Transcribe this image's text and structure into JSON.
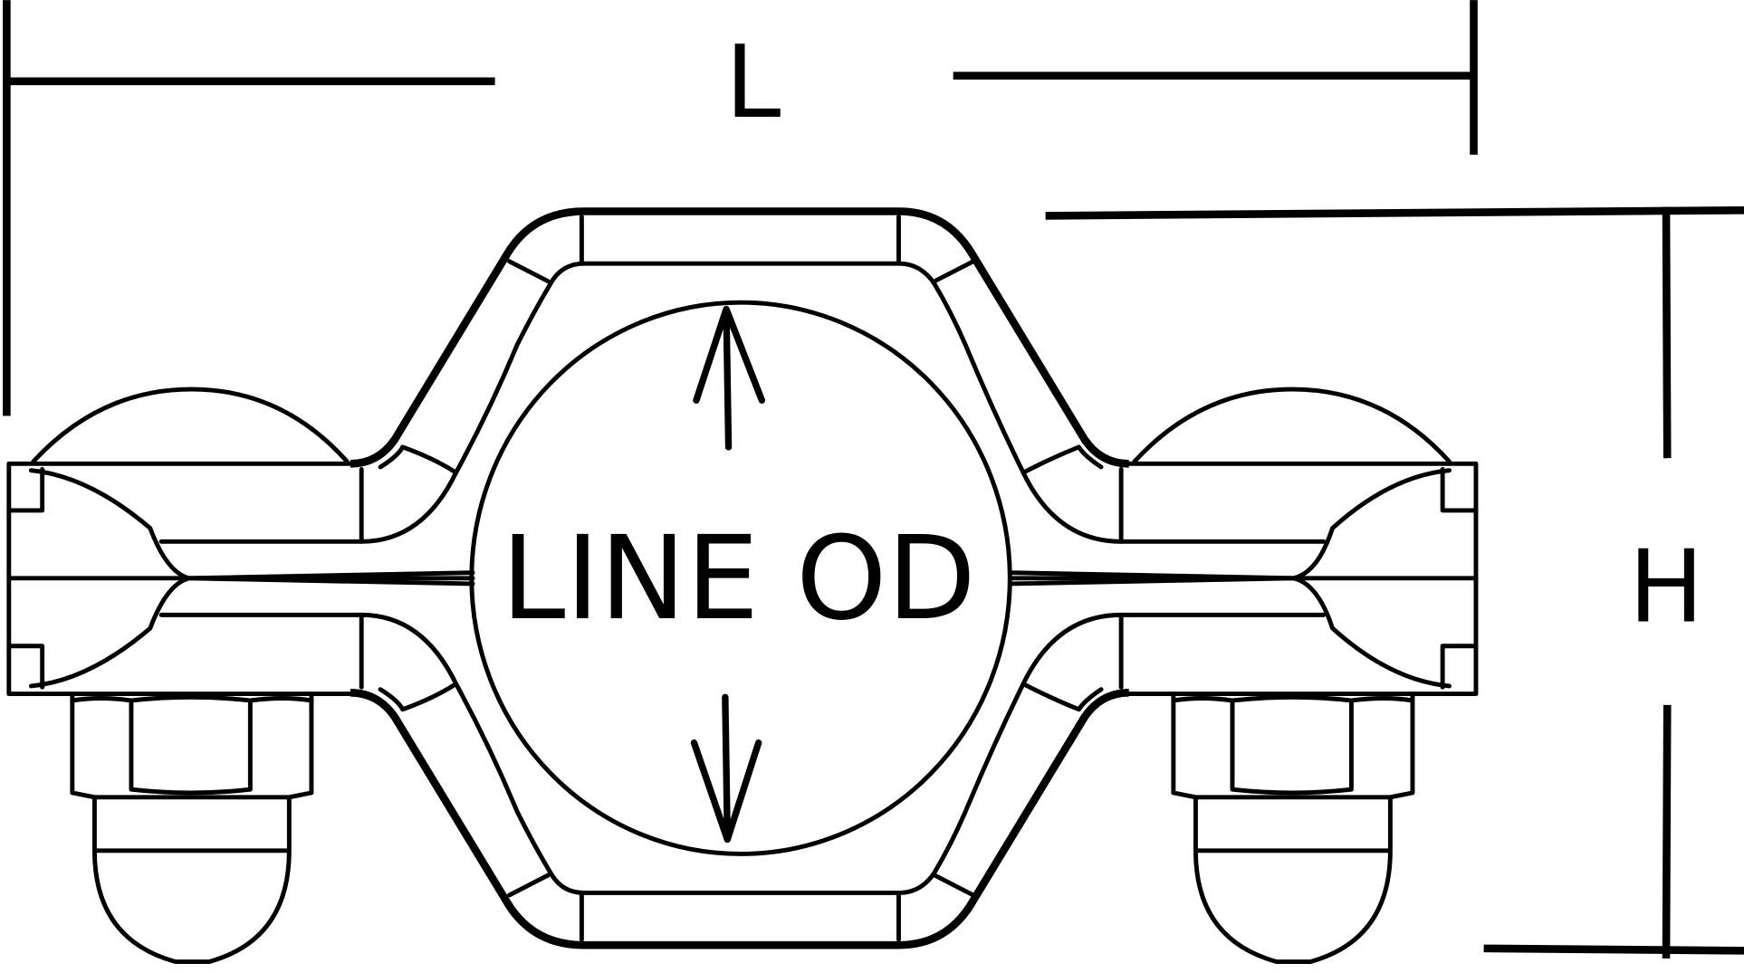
{
  "dimensions": {
    "length_label": "L",
    "height_label": "H"
  },
  "center_label": "LINE OD",
  "colors": {
    "stroke": "#000000",
    "background": "#ffffff"
  }
}
